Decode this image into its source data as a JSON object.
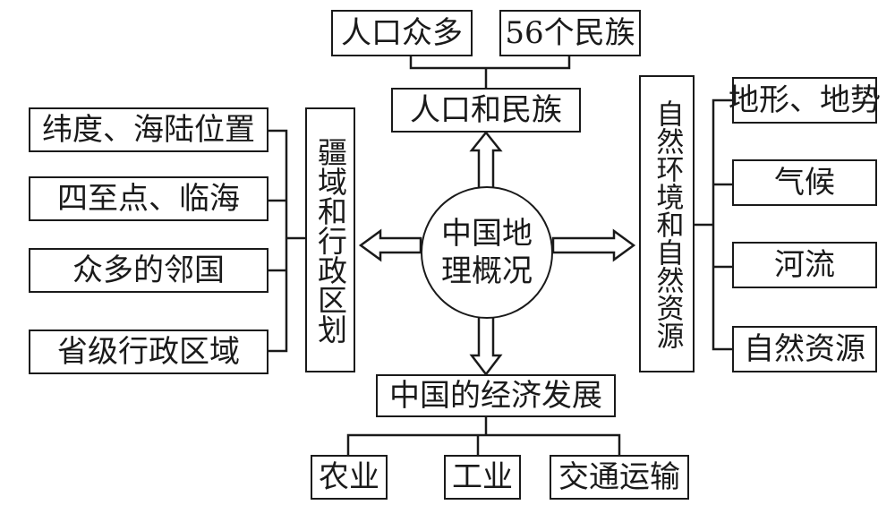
{
  "center": "中国地\n理概况",
  "population": {
    "title": "人口和民族",
    "items": [
      "人口众多",
      "56个民族"
    ]
  },
  "territory": {
    "title": "疆域和行政区划",
    "items": [
      "纬度、海陆位置",
      "四至点、临海",
      "众多的邻国",
      "省级行政区域"
    ]
  },
  "nature": {
    "title": "自然环境和自然资源",
    "items": [
      "地形、地势",
      "气候",
      "河流",
      "自然资源"
    ]
  },
  "economy": {
    "title": "中国的经济发展",
    "items": [
      "农业",
      "工业",
      "交通运输"
    ]
  }
}
